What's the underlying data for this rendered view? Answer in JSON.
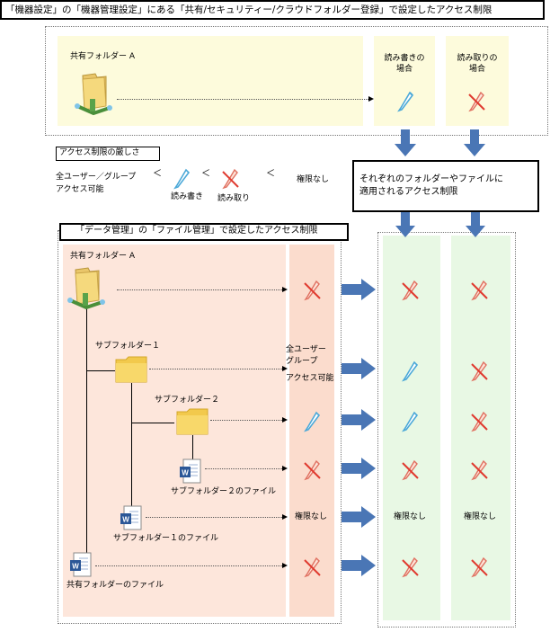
{
  "title": "「機器設定」の「機器管理設定」にある「共有/セキュリティー/クラウドフォルダー登録」で設定したアクセス制限",
  "device_panel": {
    "folder_label": "共有フォルダー A",
    "col_write": [
      "読み書きの",
      "場合"
    ],
    "col_read": [
      "読み取りの",
      "場合"
    ]
  },
  "legend": {
    "title": "アクセス制限の厳しさ",
    "all_users": [
      "全ユーザー／グループ",
      "アクセス可能"
    ],
    "lt": "＜",
    "read_write": "読み書き",
    "read_only": "読み取り",
    "no_permission": "権限なし"
  },
  "applied_box": [
    "それぞれのフォルダーやファイルに",
    "適用されるアクセス制限"
  ],
  "data_panel": {
    "title": "「データ管理」の「ファイル管理」で設定したアクセス制限",
    "folder_a": "共有フォルダー A",
    "subfolder1": "サブフォルダー１",
    "subfolder2": "サブフォルダー２",
    "subfolder2_file": "サブフォルダー２のファイル",
    "subfolder1_file": "サブフォルダー１のファイル",
    "shared_file": "共有フォルダーのファイル",
    "all_users_access": [
      "全ユーザー",
      "グループ",
      "アクセス可能"
    ],
    "no_permission": "権限なし"
  },
  "results": {
    "no_permission_write": "権限なし",
    "no_permission_read": "権限なし"
  },
  "icons": {
    "folder": "shared-folder-icon",
    "pencil": "read-write-pencil-icon",
    "pencil_crossed": "read-only-crossed-pencil-icon",
    "word": "word-document-icon",
    "arrow": "block-arrow-icon"
  },
  "colors": {
    "cream": "#fdfbdc",
    "salmon": "#fde6db",
    "green": "#e8f8e4",
    "arrow_blue": "#4a76b5",
    "pencil_blue": "#4aa8d8",
    "cross_red": "#e03a2f"
  }
}
